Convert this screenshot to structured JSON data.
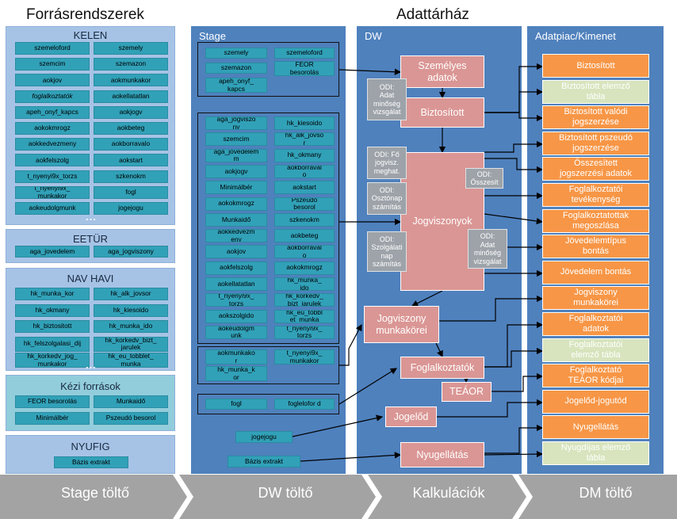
{
  "titles": {
    "sources": "Forrásrendszerek",
    "warehouse": "Adattárház"
  },
  "columns": {
    "stage": "Stage",
    "dw": "DW",
    "datamart": "Adatpiac/Kimenet"
  },
  "sources": {
    "kelen": {
      "title": "KELEN",
      "items": [
        "szemeloford",
        "szemely",
        "szemcim",
        "szemazon",
        "aokjov",
        "aokmunkakor",
        "foglalkoztatók",
        "aokellatatlan",
        "apeh_onyf_kapcs",
        "aokjogv",
        "aokokmrogz",
        "aokbeteg",
        "aokkedvezmeny",
        "aokborravalo",
        "aokfelszolg",
        "aokstart",
        "t_nyenyi9x_torzs",
        "szkenokm",
        "t_nyenyi9x_\nmunkakor",
        "fogl",
        "aokeudolgmunk",
        "jogejogu"
      ],
      "more": "..."
    },
    "eetur": {
      "title": "EETÜR",
      "items": [
        "aga_jovedelem",
        "aga_jogviszony"
      ]
    },
    "navhavi": {
      "title": "NAV HAVI",
      "items": [
        "hk_munka_kor",
        "hk_alk_jovsor",
        "hk_okmany",
        "hk_kiesoido",
        "hk_biztositott",
        "hk_munka_ido",
        "hk_felszolgalasi_dij",
        "hk_korkedv_bizt_\njarulek",
        "hk_korkedv_jog_\nmunkakor",
        "hk_eu_tobblet_\nmunka"
      ],
      "more": "..."
    },
    "kezi": {
      "title": "Kézi források",
      "items": [
        "FEOR besorolás",
        "Munkaidő",
        "Minimálbér",
        "Pszeudó besorol"
      ]
    },
    "nyufig": {
      "title": "NYUFIG",
      "items": [
        "Bázis extrakt"
      ]
    }
  },
  "stage": {
    "g1": [
      "szemely",
      "szemeloford",
      "szemazon",
      "FEOR\nbesorolás",
      "apeh_onyf_\nkapcs"
    ],
    "g2": [
      "aga_jogviszo\nny",
      "hk_kiesoido",
      "szemcim",
      "hk_alk_jovso\nr",
      "aga_jovedelem\nm",
      "hk_okmany",
      "aokjogv",
      "aokborraval\no",
      "Minimálbér",
      "aokstart",
      "aokokmrogz",
      "Pszeudó\nbesorol",
      "Munkaidő",
      "szkenokm",
      "aokkedvezm\neny",
      "aokbeteg",
      "aokjov",
      "aokborraval\no",
      "aokfelszolg",
      "aokokmrogz",
      "aokellatatlan",
      "hk_munka_\nido",
      "t_nyenyi9x_\ntorzs",
      "hk_korkedv_\nbizt_jarulek",
      "aokszolgido",
      "hk_eu_tobbl\net_munka",
      "aokeudolgm\nunk",
      "t_nyenyi9x_\ntorzs"
    ],
    "g3": [
      "aokmunkako\nr",
      "t_nyenyi9x_\nmunkakor",
      "hk_munka_k\nor"
    ],
    "g4": [
      "fogl",
      "foglelofor d"
    ],
    "single": [
      "jogejogu",
      "Bázis extrakt"
    ]
  },
  "dw": {
    "szemelyes": "Személyes\nadatok",
    "biztositott": "Biztosított",
    "jogviszonyok": "Jogviszonyok",
    "munkakorei": "Jogviszony\nmunkakörei",
    "foglalkoztatok": "Foglalkoztatók",
    "teaor": "TEÁOR",
    "jogelod": "Jogelőd",
    "nyugellatas": "Nyugellátás",
    "odi1": "ODI:\nAdat\nminőség\nvizsgálat",
    "odi2": "ODI: Fő\njogvisz.\nmeghat.",
    "odi3": "ODI:\nOsztónap\nszámítás",
    "odi4": "ODI:\nSzolgálati\nnap\nszámítás",
    "odi5": "ODI:\nÖsszesít",
    "odi6": "ODI:\nAdat\nminőség\nvizsgálat"
  },
  "outputs": [
    {
      "label": "Biztosított",
      "color": "orange"
    },
    {
      "label": "Biztosított elemző\ntábla",
      "color": "green"
    },
    {
      "label": "Biztosított valódi\njogszerzése",
      "color": "orange"
    },
    {
      "label": "Biztosított pszeudó\njogszerzése",
      "color": "orange"
    },
    {
      "label": "Összesített\njogszerzési adatok",
      "color": "orange"
    },
    {
      "label": "Foglalkoztatói\ntevékenység",
      "color": "orange"
    },
    {
      "label": "Foglalkoztatottak\nmegoszlása",
      "color": "orange"
    },
    {
      "label": "Jövedelemtípus\nbontás",
      "color": "orange"
    },
    {
      "label": "Jövedelem bontás",
      "color": "orange"
    },
    {
      "label": "Jogviszony\nmunkakörei",
      "color": "orange"
    },
    {
      "label": "Foglalkoztatói\nadatok",
      "color": "orange"
    },
    {
      "label": "Foglalkoztatói\nelemző tábla",
      "color": "green"
    },
    {
      "label": "Foglalkoztató\nTEÁOR kódjai",
      "color": "orange"
    },
    {
      "label": "Jogelőd-jogutód",
      "color": "orange"
    },
    {
      "label": "Nyugellátás",
      "color": "orange"
    },
    {
      "label": "Nyugdíjas elemző\ntábla",
      "color": "green"
    }
  ],
  "footer": [
    "Stage töltő",
    "DW töltő",
    "Kalkulációk",
    "DM töltő"
  ],
  "colors": {
    "column": "#4f81bd",
    "source": "#a6c3e6",
    "cell": "#31a1b8",
    "dwbox": "#da9694",
    "odi": "#9da3a9",
    "orange": "#f79646",
    "green": "#d7e4bd",
    "footer": "#a3a3a3"
  }
}
